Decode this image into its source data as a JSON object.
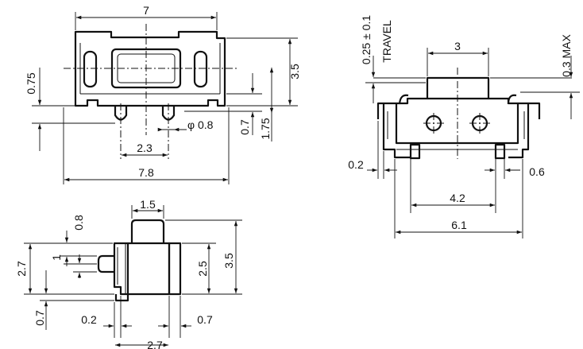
{
  "top_view": {
    "width_top": "7",
    "height_right": "3.5",
    "offset_left": "0.75",
    "pin_offset": "0.7",
    "height_total": "1.75",
    "pin_diameter": "φ 0.8",
    "pin_pitch": "2.3",
    "width_total": "7.8"
  },
  "side_view": {
    "travel_value": "0.25 ± 0.1",
    "travel_label": "TRAVEL",
    "actuator_width": "3",
    "max_height": "0.3 MAX",
    "left_gap": "0.2",
    "right_gap": "0.6",
    "pad_pitch": "4.2",
    "overall_width": "6.1"
  },
  "end_view": {
    "actuator_width": "1.5",
    "button_height": "0.8",
    "button_pos": "1",
    "height_left": "2.7",
    "body_height": "2.5",
    "total_height": "3.5",
    "bottom_left": "0.7",
    "gap_left": "0.2",
    "gap_right": "0.7",
    "base_width": "2.7"
  }
}
